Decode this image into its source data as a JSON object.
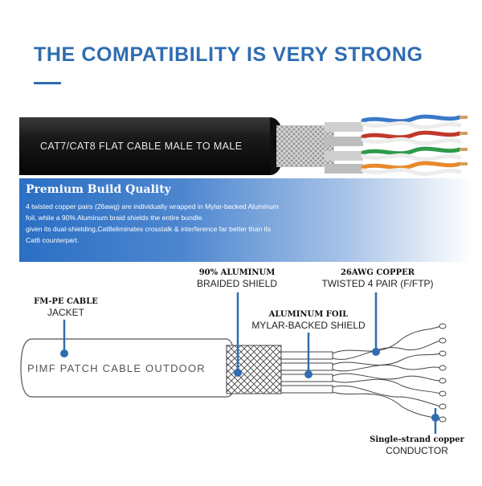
{
  "heading": "THE COMPATIBILITY IS VERY STRONG",
  "photo": {
    "label": "CAT7/CAT8 FLAT CABLE MALE TO MALE"
  },
  "feature": {
    "title": "Premium Build Quality",
    "paragraph1": "4 twisted copper pairs (26awg) are individually wrapped in Mylar-backed Aluminum foil, while a 90% Aluminum braid shields the entire bundle.",
    "paragraph2": "given its dual-shielding,Cat8eliminates crosstalk & interference far better than its Cat6 counterpart."
  },
  "diagram": {
    "braid": {
      "bold": "90% ALUMINUM",
      "normal": "BRAIDED SHIELD"
    },
    "pairs": {
      "bold": "26AWG COPPER",
      "normal": "TWISTED 4 PAIR (F/FTP)"
    },
    "jacket": {
      "bold": "FM-PE CABLE",
      "normal": "JACKET"
    },
    "foil": {
      "bold": "ALUMINUM FOIL",
      "normal": "MYLAR-BACKED SHIELD"
    },
    "cable_text": "PIMF PATCH CABLE OUTDOOR",
    "conductor": {
      "bold": "Single-strand copper",
      "normal": "CONDUCTOR"
    }
  },
  "colors": {
    "heading": "#2f6db0",
    "accent_blue": "#2f6db0",
    "box_gradient_start": "#2a6fc4"
  }
}
